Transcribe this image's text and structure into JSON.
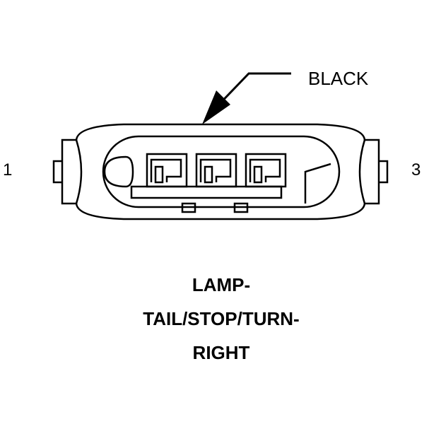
{
  "connector": {
    "wire_color_label": "BLACK",
    "pin_left_label": "1",
    "pin_right_label": "3"
  },
  "caption": {
    "line1": "LAMP-",
    "line2": "TAIL/STOP/TURN-",
    "line3": "RIGHT"
  },
  "colors": {
    "ink": "#000000",
    "background": "#ffffff"
  }
}
